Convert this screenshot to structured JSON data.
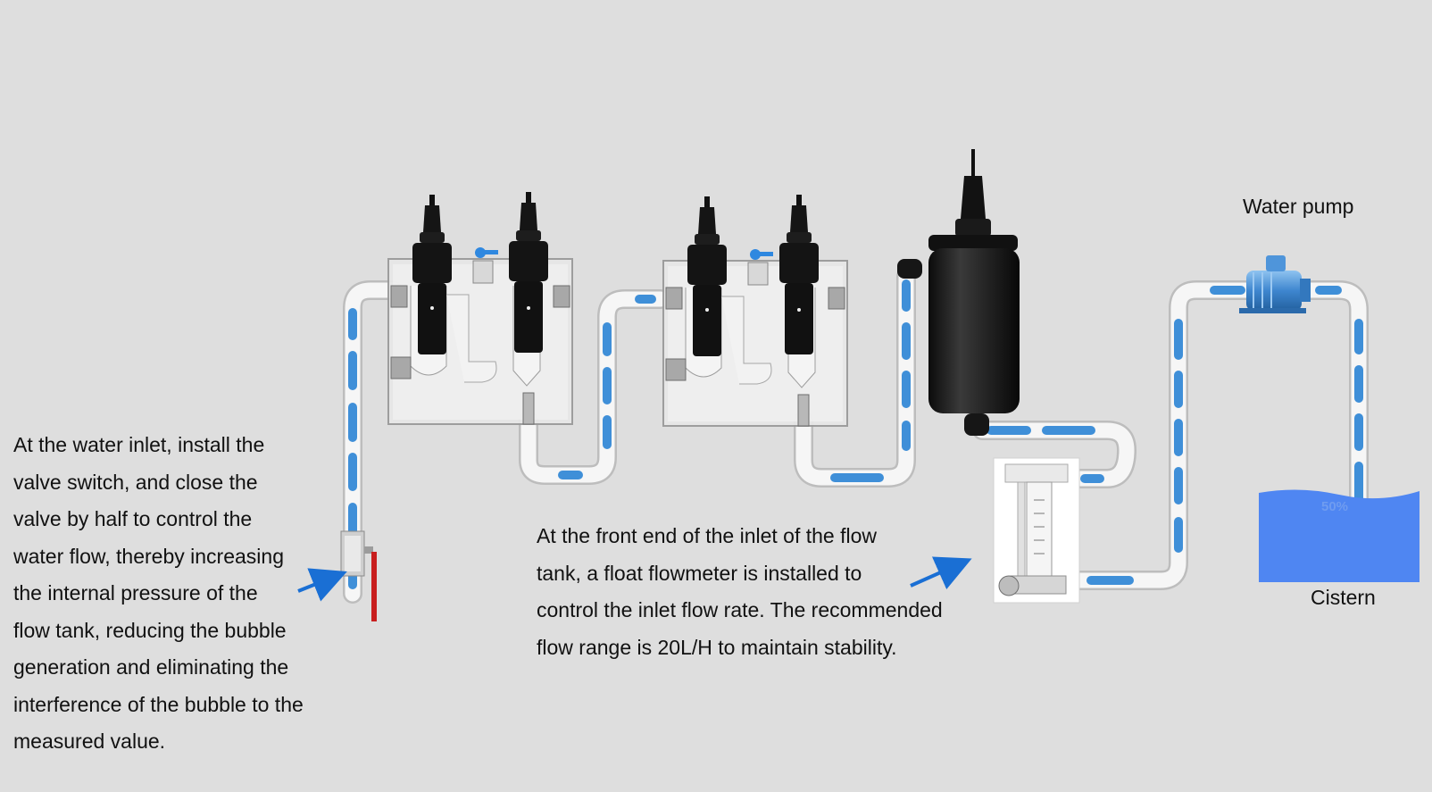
{
  "labels": {
    "water_pump": "Water pump",
    "cistern": "Cistern",
    "cistern_level_text": "50%"
  },
  "cistern_level": 0.5,
  "notes": {
    "inlet_lines": [
      "At the water inlet, install the",
      "valve switch, and close the",
      "valve by half to control  the",
      "water flow, thereby increasing",
      "the internal pressure of the",
      "flow tank, reducing the bubble",
      "generation and eliminating the",
      "interference of the bubble to the",
      "measured value."
    ],
    "flowmeter_lines": [
      "At the front end of the inlet of the flow",
      "tank, a float flowmeter is installed to",
      "control the inlet flow rate. The recommended",
      "flow range is 20L/H to maintain stability."
    ]
  },
  "colors": {
    "background": "#dedede",
    "pipe": "#f4f4f4",
    "water": "#3f8fd8",
    "sensor": "#151515",
    "arrow": "#1a6fd4",
    "cistern_water": "#4f86f2",
    "valve_handle": "#c81e1e"
  },
  "icons": [
    "sensor-probe-icon",
    "flow-cell-icon",
    "filter-housing-icon",
    "flowmeter-icon",
    "water-pump-icon",
    "valve-icon",
    "arrow-icon"
  ]
}
